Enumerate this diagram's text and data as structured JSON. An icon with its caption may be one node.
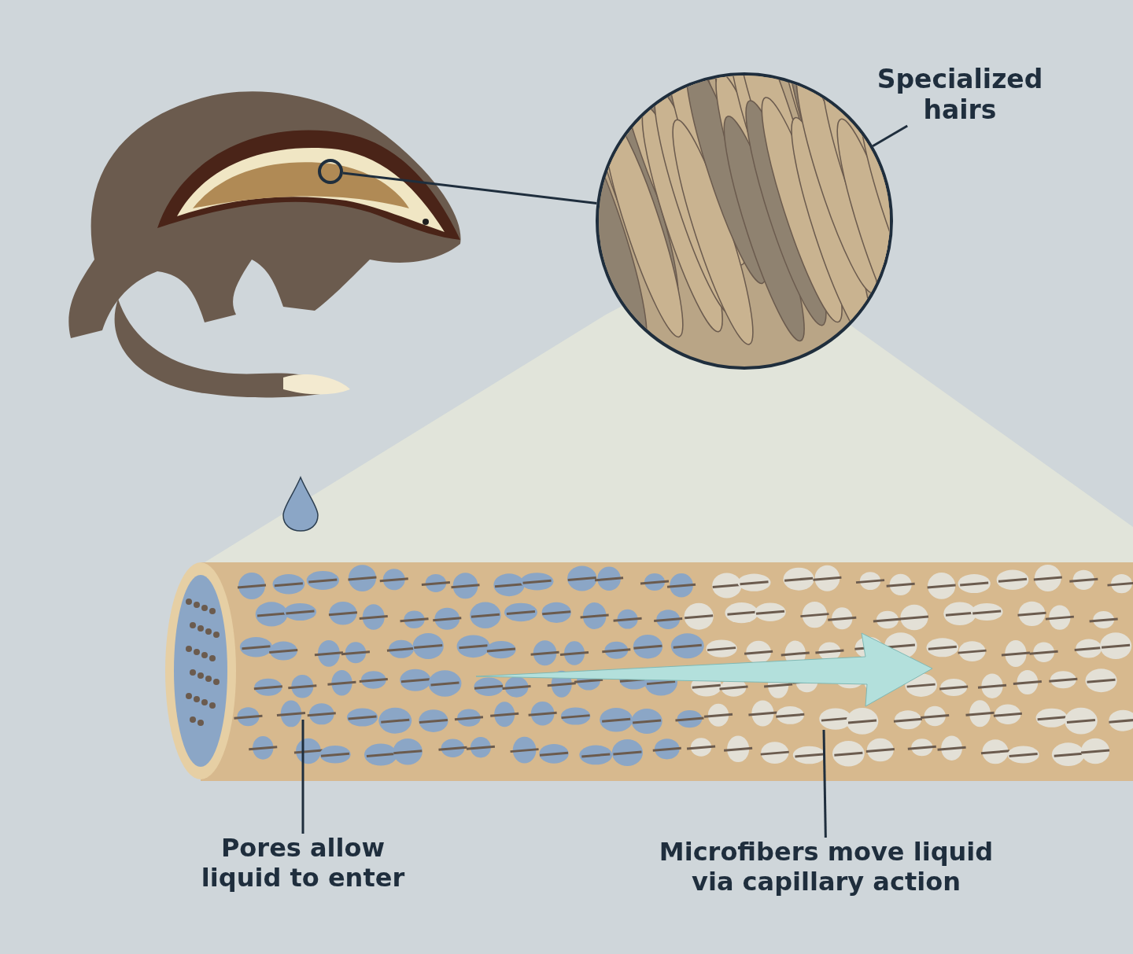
{
  "diagram": {
    "nodes": [
      {
        "text": [],
        "shape": "circle"
      },
      {
        "text": [],
        "shape": "circle"
      },
      {
        "text": [
          "Specialized hairs"
        ]
      },
      {
        "text": [
          "Pores allow liquid to enter"
        ]
      },
      {
        "text": [
          "Microfibers move liquid via capillary action"
        ]
      }
    ],
    "edges": [
      {
        "from": 0,
        "to": 1,
        "arrow": "none"
      },
      {
        "from": 2,
        "to": 1,
        "arrow": "none"
      },
      {
        "from": 3,
        "to": null,
        "arrow": "none"
      },
      {
        "from": 4,
        "to": null,
        "arrow": "none"
      }
    ]
  }
}
